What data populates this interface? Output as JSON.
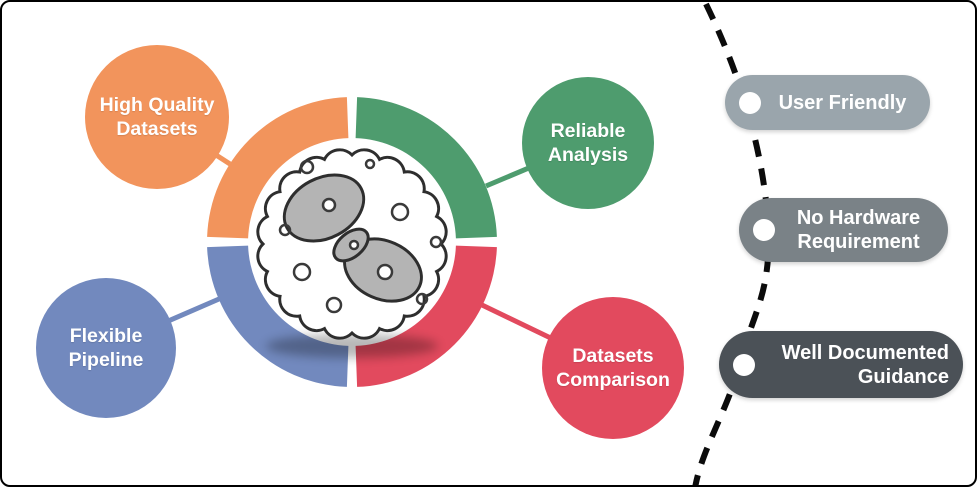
{
  "diagram": {
    "center_icon": "white-blood-cell-illustration",
    "nodes": [
      {
        "id": "high-quality-datasets",
        "label": "High Quality\nDatasets",
        "color": "#F2945C"
      },
      {
        "id": "reliable-analysis",
        "label": "Reliable\nAnalysis",
        "color": "#4E9C6E"
      },
      {
        "id": "flexible-pipeline",
        "label": "Flexible\nPipeline",
        "color": "#7289BE"
      },
      {
        "id": "datasets-comparison",
        "label": "Datasets\nComparison",
        "color": "#E24A5E"
      }
    ],
    "features": [
      {
        "id": "user-friendly",
        "label": "User Friendly",
        "color": "#9AA5AC"
      },
      {
        "id": "no-hardware-requirement",
        "label": "No Hardware\nRequirement",
        "color": "#7A8287"
      },
      {
        "id": "well-documented-guidance",
        "label": "Well Documented\nGuidance",
        "color": "#4B5157"
      }
    ]
  }
}
